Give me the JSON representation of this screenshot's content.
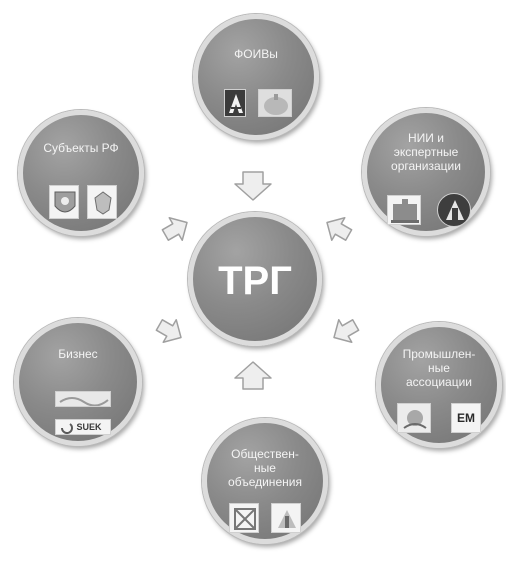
{
  "center": {
    "label": "ТРГ"
  },
  "nodes": {
    "foivy": {
      "label": "ФОИВы"
    },
    "nii": {
      "label_lines": [
        "НИИ и",
        "экспертные",
        "организации"
      ]
    },
    "prom": {
      "label_lines": [
        "Промышлен-",
        "ные",
        "ассоциации"
      ]
    },
    "obsh": {
      "label_lines": [
        "Обществен-",
        "ные",
        "объединения"
      ]
    },
    "biznes": {
      "label": "Бизнес"
    },
    "subjects": {
      "label": "Субъекты РФ"
    }
  },
  "logos": {
    "suek": "SUEK",
    "em": "EM"
  },
  "colors": {
    "circle": "#8a8a8a",
    "circle_border": "#dcdcdc",
    "arrow_fill": "#eeeeee",
    "arrow_stroke": "#a0a0a0",
    "text": "#ffffff"
  },
  "icons": [
    "arrow-down-icon",
    "arrow-up-icon",
    "arrow-diagonal-icon",
    "emblem-icon",
    "building-icon"
  ]
}
